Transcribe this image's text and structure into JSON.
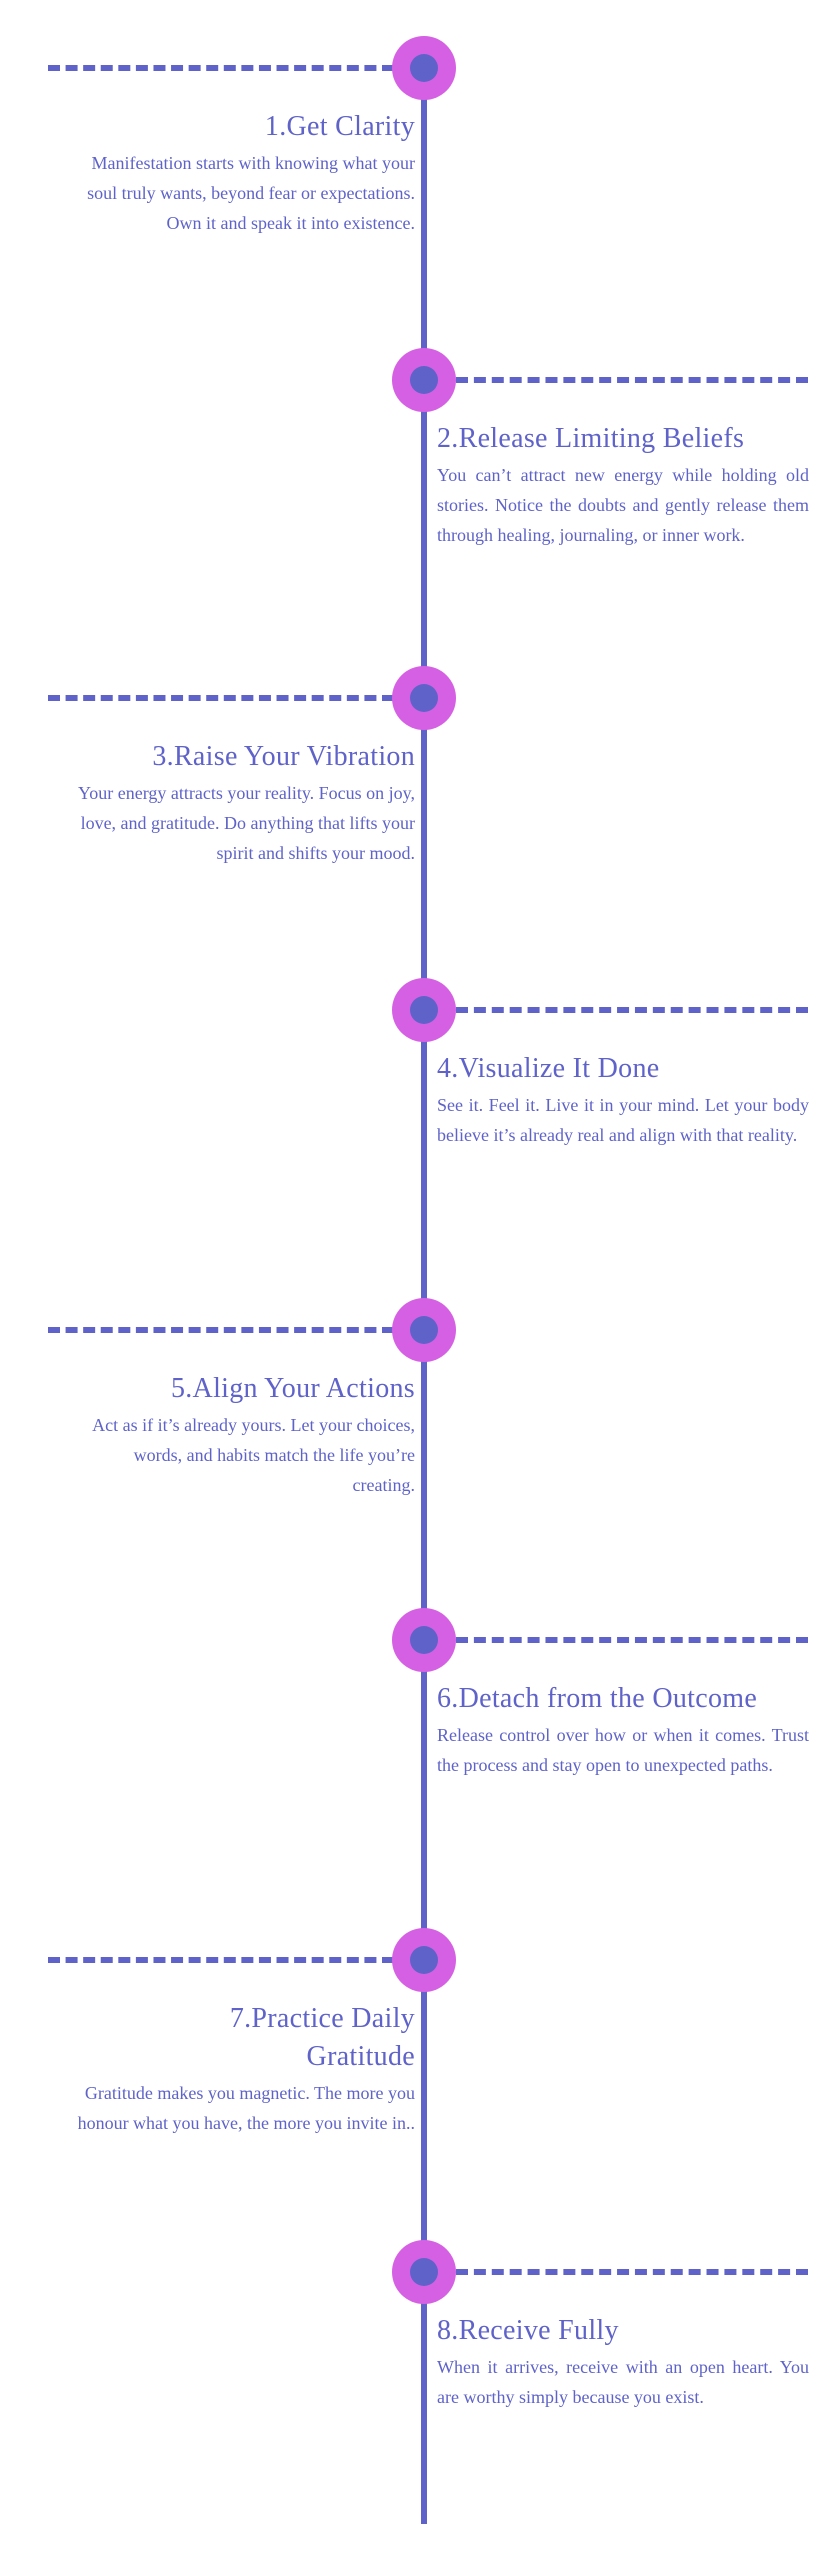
{
  "colors": {
    "line": "#5f63c9",
    "ring": "#d660e3",
    "text": "#5f63c9"
  },
  "steps": [
    {
      "title": "1.Get Clarity",
      "body": "Manifestation starts with knowing what your soul truly wants, beyond fear or expectations. Own it and speak it into existence.",
      "side": "left"
    },
    {
      "title": "2.Release Limiting Beliefs",
      "body": "You can’t attract new energy while holding old stories. Notice the doubts and gently release them through healing, journaling, or inner work.",
      "side": "right"
    },
    {
      "title": "3.Raise Your Vibration",
      "body": "Your energy attracts your reality. Focus on joy, love, and gratitude. Do anything that lifts your spirit and shifts your mood.",
      "side": "left"
    },
    {
      "title": "4.Visualize It Done",
      "body": "See it. Feel it. Live it in your mind. Let your body believe it’s already real and align with that reality.",
      "side": "right"
    },
    {
      "title": "5.Align Your Actions",
      "body": "Act as if it’s already yours. Let your choices, words, and habits match the life you’re creating.",
      "side": "left"
    },
    {
      "title": "6.Detach from the Outcome",
      "body": "Release control over how or when it comes. Trust the process and stay open to unexpected paths.",
      "side": "right"
    },
    {
      "title": "7.Practice Daily Gratitude",
      "body": "Gratitude makes you magnetic. The more you honour what you have, the more you invite in..",
      "side": "left"
    },
    {
      "title": "8.Receive Fully",
      "body": "When it arrives, receive with an open heart. You are worthy simply because you exist.",
      "side": "right"
    }
  ]
}
